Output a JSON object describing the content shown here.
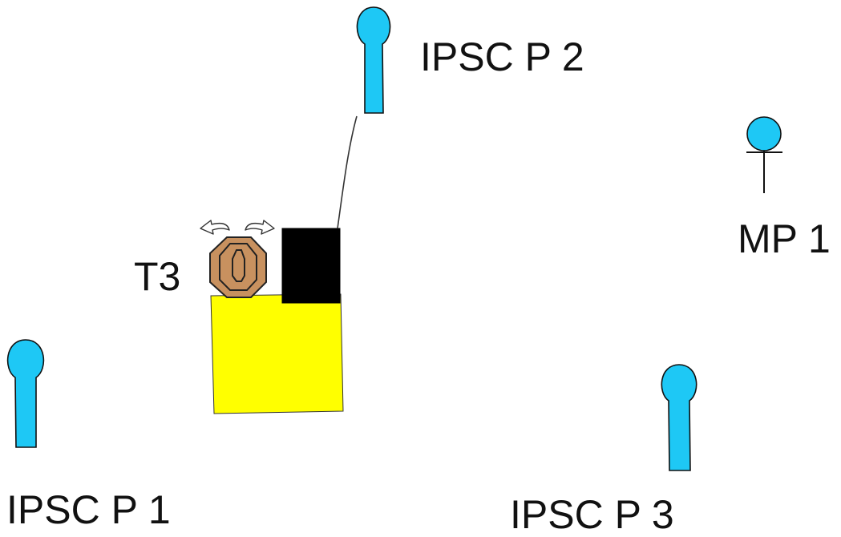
{
  "diagram": {
    "labels": {
      "ipsc_p2": "IPSC P 2",
      "ipsc_p1": "IPSC P 1",
      "ipsc_p3": "IPSC P 3",
      "mp1": "MP 1",
      "t3": "T3"
    },
    "colors": {
      "popper_fill": "#1ec8f5",
      "popper_stroke": "#111111",
      "mini_popper_fill": "#1ec8f5",
      "target_fill": "#c8915f",
      "hard_cover_fill": "#000000",
      "fault_area_fill": "#ffff00",
      "arrow_fill": "#ffffff"
    },
    "icons": {
      "popper": "ipsc-popper-icon",
      "mini_popper": "mini-popper-icon",
      "target": "ipsc-paper-target-icon",
      "swinger_arrows": "swing-arrows-icon",
      "hard_cover": "hard-cover-block",
      "activation_wire": "activation-wire"
    }
  }
}
